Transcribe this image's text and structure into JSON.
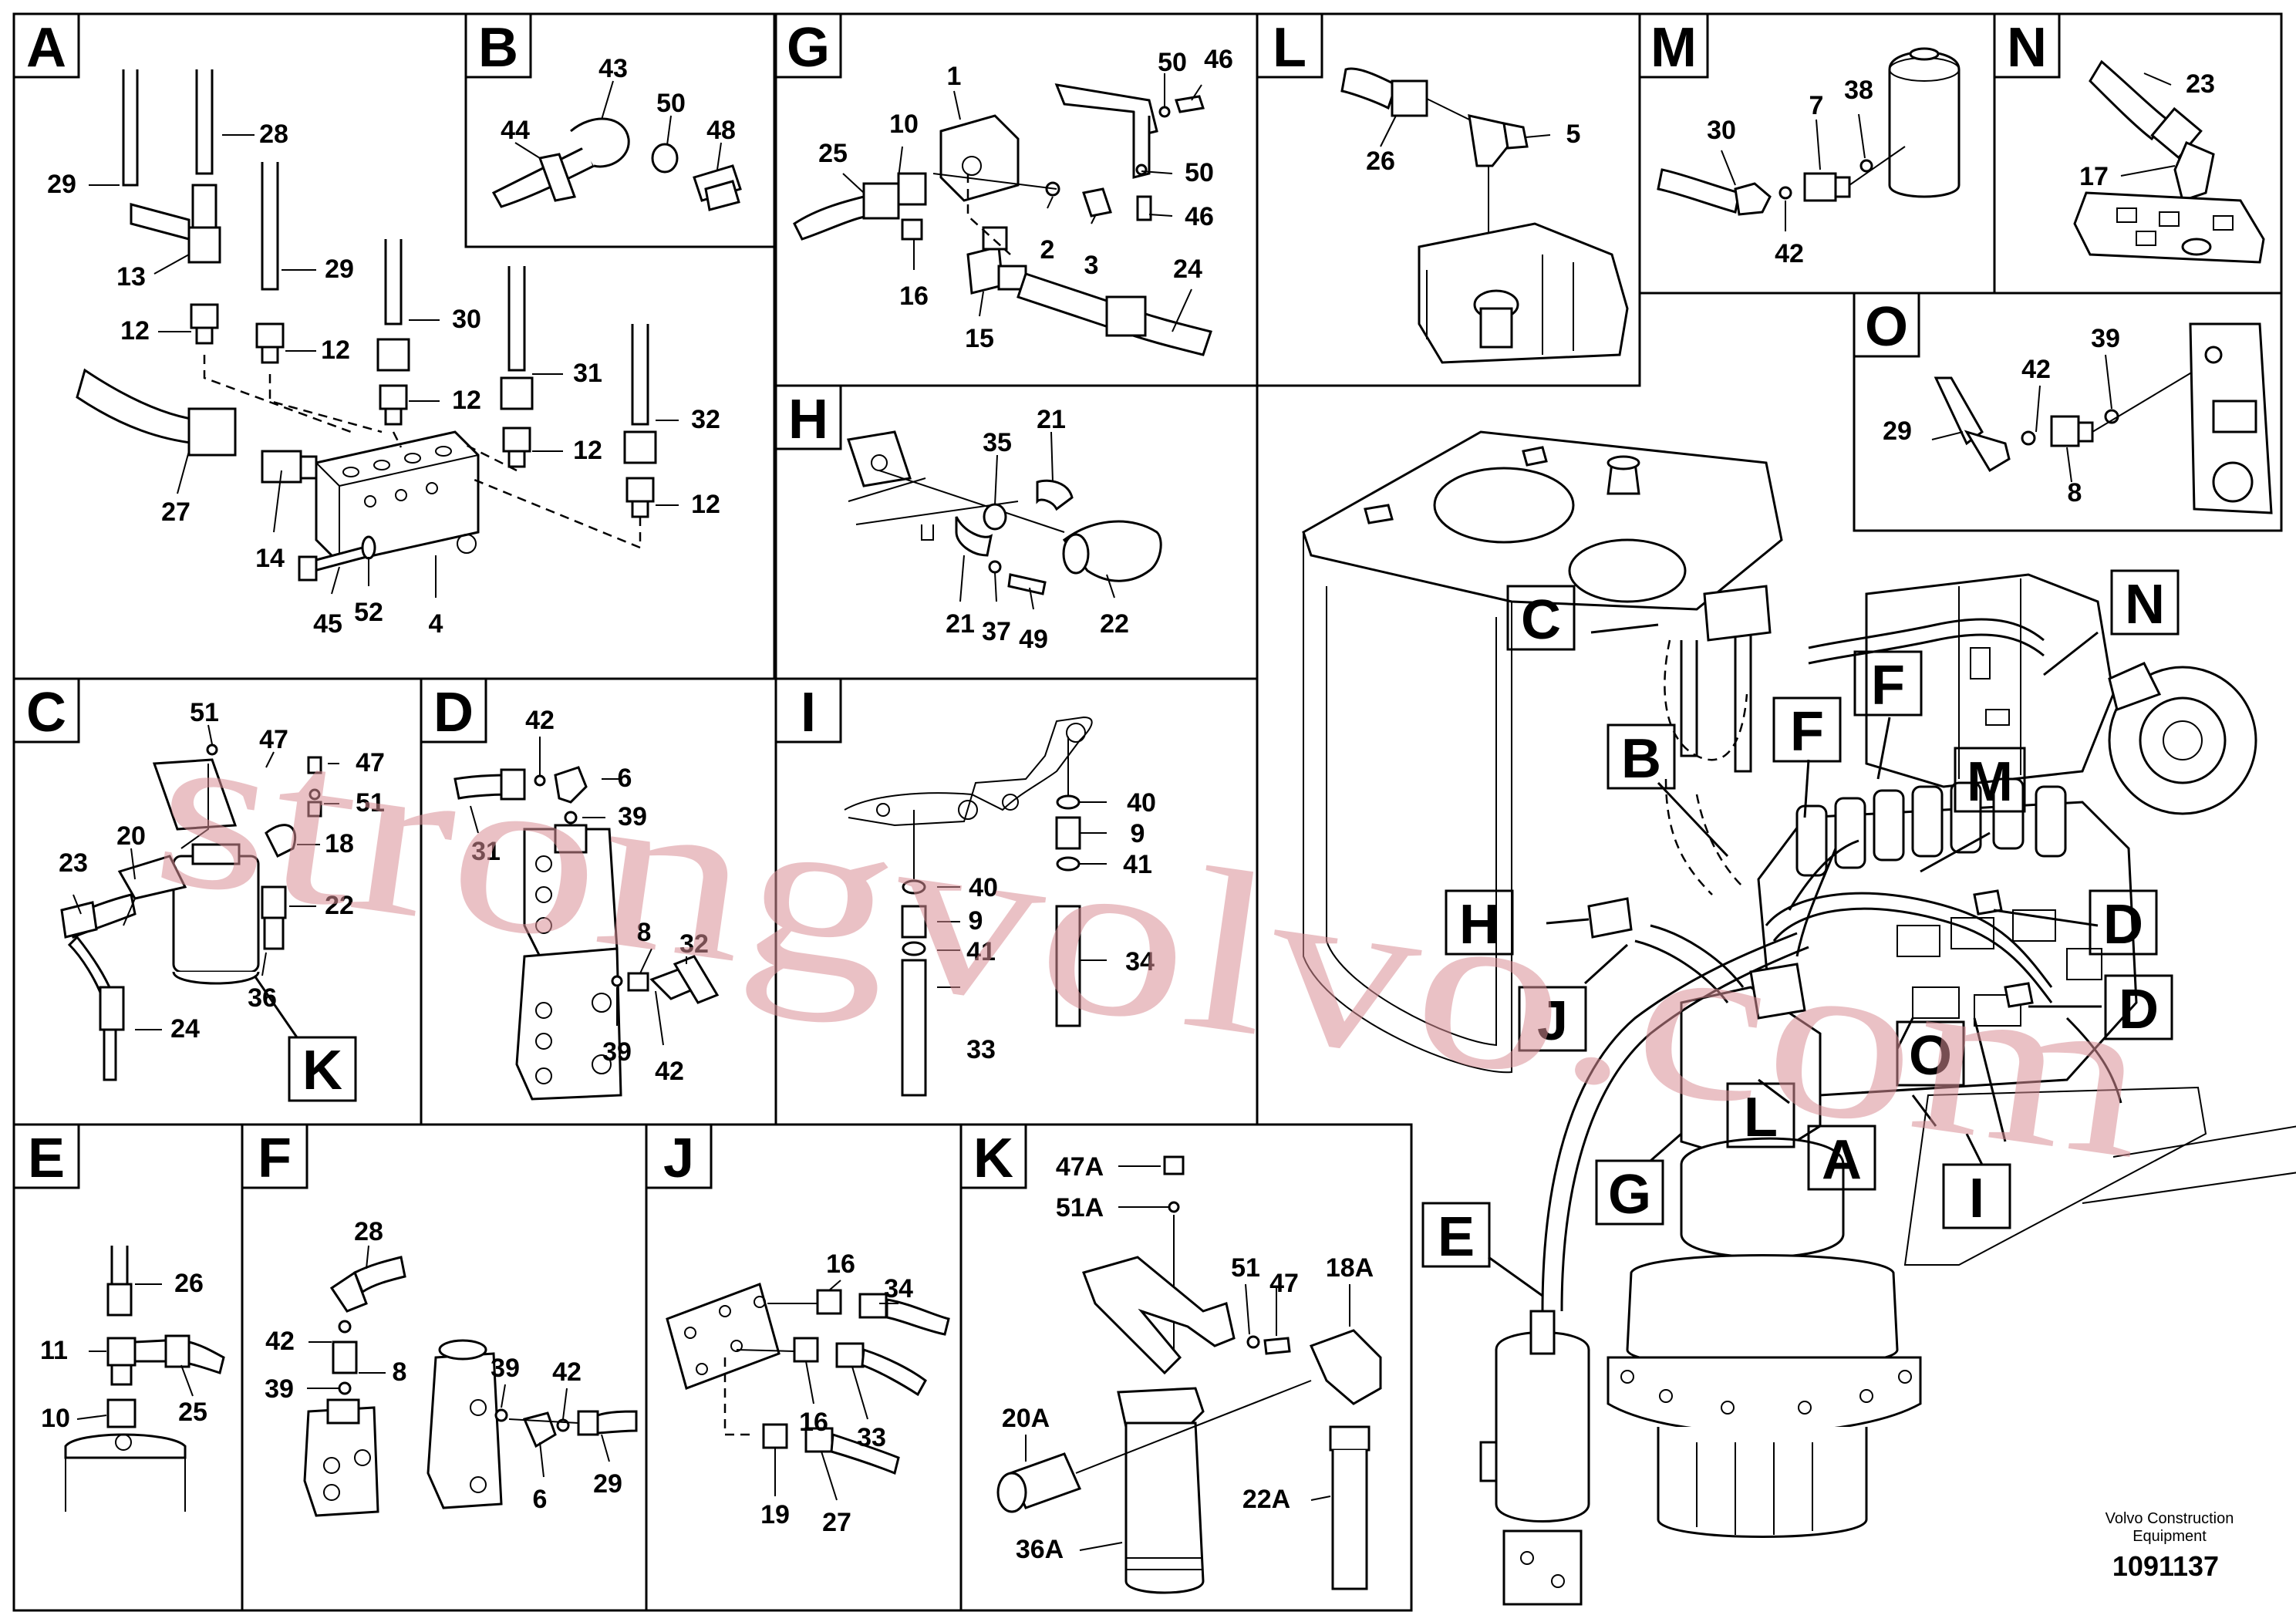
{
  "panels": {
    "A": {
      "letter": "A",
      "labels": [
        "29",
        "28",
        "13",
        "29",
        "12",
        "12",
        "30",
        "12",
        "31",
        "12",
        "32",
        "12",
        "27",
        "14",
        "45",
        "52",
        "4"
      ]
    },
    "B": {
      "letter": "B",
      "labels": [
        "43",
        "44",
        "50",
        "48"
      ]
    },
    "G": {
      "letter": "G",
      "labels": [
        "1",
        "50",
        "46",
        "10",
        "25",
        "2",
        "3",
        "50",
        "46",
        "16",
        "15",
        "24"
      ]
    },
    "L": {
      "letter": "L",
      "labels": [
        "26",
        "5"
      ]
    },
    "M": {
      "letter": "M",
      "labels": [
        "30",
        "7",
        "38",
        "42"
      ]
    },
    "N": {
      "letter": "N",
      "labels": [
        "23",
        "17"
      ]
    },
    "O": {
      "letter": "O",
      "labels": [
        "39",
        "42",
        "29",
        "8"
      ]
    },
    "H": {
      "letter": "H",
      "labels": [
        "21",
        "35",
        "21",
        "37",
        "49",
        "22"
      ]
    },
    "C": {
      "letter": "C",
      "labels": [
        "51",
        "47",
        "47",
        "51",
        "20",
        "18",
        "23",
        "22",
        "36",
        "24"
      ]
    },
    "D": {
      "letter": "D",
      "labels": [
        "42",
        "6",
        "39",
        "31",
        "8",
        "32",
        "39",
        "42"
      ]
    },
    "I": {
      "letter": "I",
      "labels": [
        "40",
        "9",
        "41",
        "40",
        "9",
        "41",
        "34",
        "33"
      ]
    },
    "E": {
      "letter": "E",
      "labels": [
        "26",
        "11",
        "25",
        "10"
      ]
    },
    "F": {
      "letter": "F",
      "labels": [
        "28",
        "42",
        "8",
        "39",
        "39",
        "42",
        "6",
        "29"
      ]
    },
    "J": {
      "letter": "J",
      "labels": [
        "16",
        "34",
        "16",
        "33",
        "19",
        "27"
      ]
    },
    "K": {
      "letter": "K",
      "labels": [
        "47A",
        "51A",
        "51",
        "47",
        "18A",
        "20A",
        "22A",
        "36A"
      ]
    },
    "Kcallout": {
      "letter": "K"
    }
  },
  "main_callouts": [
    "C",
    "N",
    "F",
    "F",
    "B",
    "M",
    "H",
    "D",
    "J",
    "D",
    "O",
    "L",
    "A",
    "G",
    "I",
    "E"
  ],
  "watermark": "strongvolvo.com",
  "footer": {
    "brand": "Volvo Construction",
    "brand2": "Equipment",
    "code": "1091137"
  }
}
